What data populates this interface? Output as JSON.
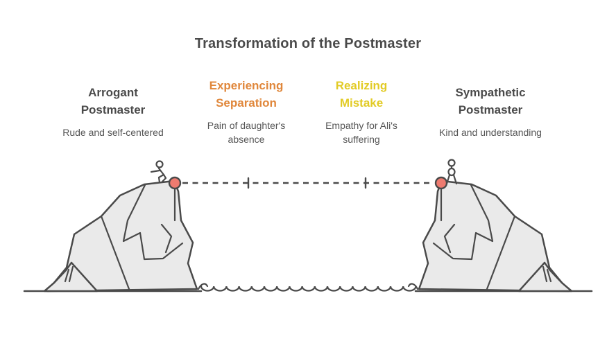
{
  "title": "Transformation of the Postmaster",
  "stages": [
    {
      "heading": "Arrogant\nPostmaster",
      "description": "Rude and self-centered",
      "heading_color": "#4A4A4A"
    },
    {
      "heading": "Experiencing\nSeparation",
      "description": "Pain of daughter's\nabsence",
      "heading_color": "#E0873B"
    },
    {
      "heading": "Realizing\nMistake",
      "description": "Empathy for Ali's\nsuffering",
      "heading_color": "#E2CB25"
    },
    {
      "heading": "Sympathetic\nPostmaster",
      "description": "Kind and understanding",
      "heading_color": "#4A4A4A"
    }
  ],
  "illustration": {
    "left_figure": "crouching stick figure on left cliff",
    "right_figure": "standing stick figure on right cliff",
    "connector": "dashed line with two tick marks between cliff peaks",
    "water": "wavy water line between cliffs",
    "marker_color": "#EE7B70",
    "outline_color": "#4A4A4A",
    "cliff_fill": "#EAEAEA"
  }
}
